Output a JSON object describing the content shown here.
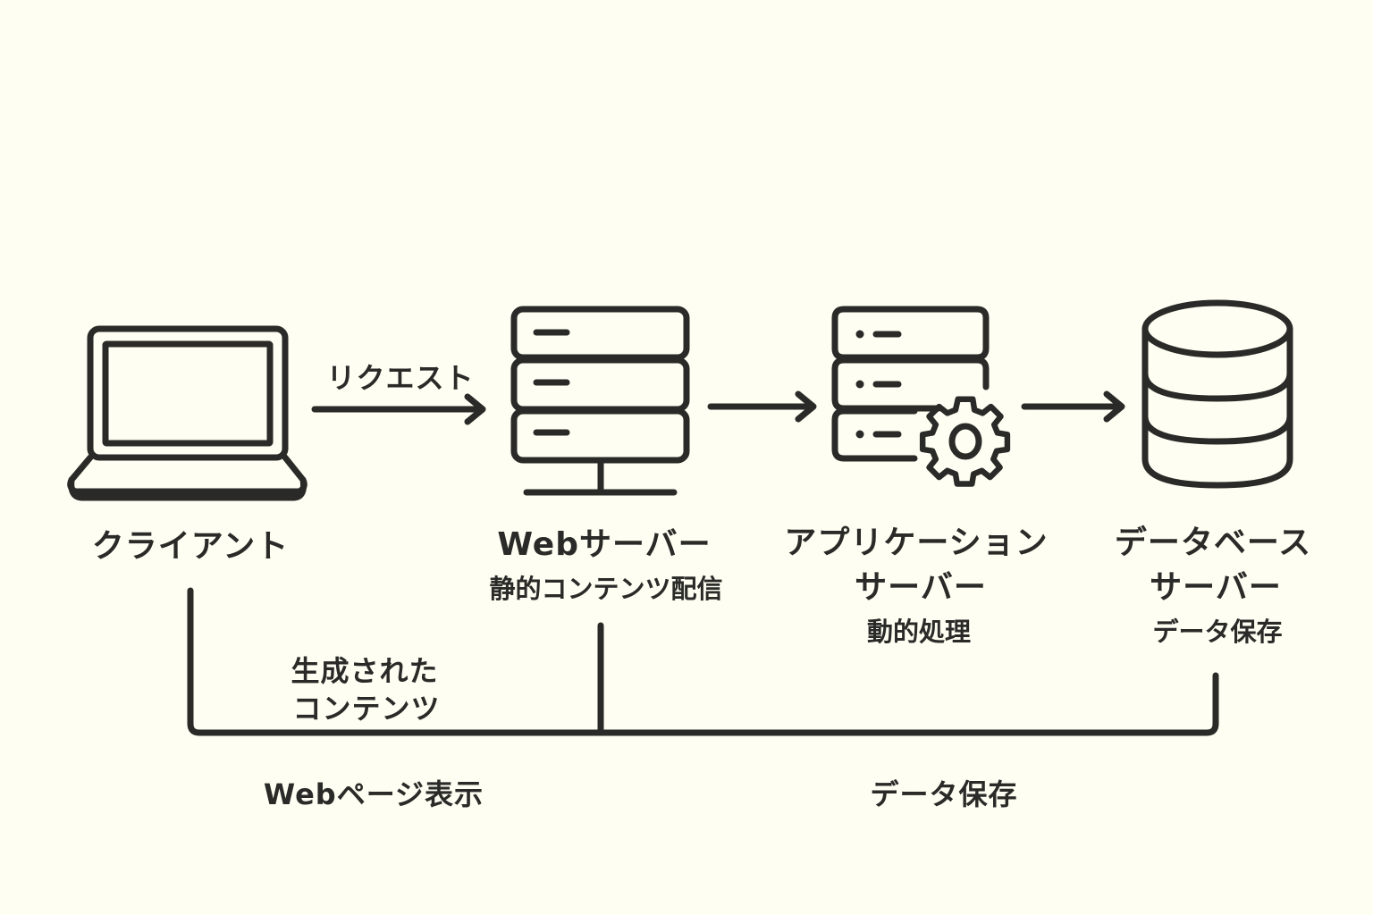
{
  "diagram": {
    "colors": {
      "background": "#fefef2",
      "stroke": "#2a2a28",
      "text": "#2a2a28"
    },
    "nodes": [
      {
        "id": "client",
        "icon": "laptop-icon",
        "title": "クライアント",
        "subtitle": ""
      },
      {
        "id": "web-server",
        "icon": "server-stack-icon",
        "title": "Webサーバー",
        "subtitle": "静的コンテンツ配信"
      },
      {
        "id": "app-server",
        "icon": "server-gear-icon",
        "title_line1": "アプリケーション",
        "title_line2": "サーバー",
        "subtitle": "動的処理"
      },
      {
        "id": "db-server",
        "icon": "database-icon",
        "title_line1": "データベース",
        "title_line2": "サーバー",
        "subtitle": "データ保存"
      }
    ],
    "edges": [
      {
        "from": "client",
        "to": "web-server",
        "label": "リクエスト",
        "icon": "arrow-right-icon"
      },
      {
        "from": "web-server",
        "to": "app-server",
        "label": "",
        "icon": "arrow-right-icon"
      },
      {
        "from": "app-server",
        "to": "db-server",
        "label": "",
        "icon": "arrow-right-icon"
      }
    ],
    "return_path": {
      "label_line1": "生成された",
      "label_line2": "コンテンツ"
    },
    "bottom_labels": {
      "left": "Webページ表示",
      "right": "データ保存"
    }
  }
}
